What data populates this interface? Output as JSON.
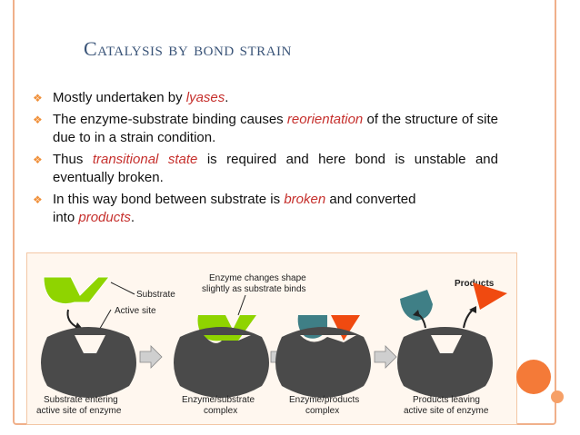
{
  "slide": {
    "title": "Catalysis by bond strain",
    "bullets": [
      {
        "pre": "Mostly undertaken by ",
        "em": "lyases",
        "post": "."
      },
      {
        "pre": "The enzyme-substrate binding causes ",
        "em": "reorientation",
        "post": " of the structure of site due to in a strain condition."
      },
      {
        "pre": "Thus ",
        "em": "transitional state",
        "post": " is required and here bond is unstable and eventually broken."
      },
      {
        "pre": "In this way bond between substrate is ",
        "em": "broken",
        "post": " and converted"
      },
      {
        "pre": "into ",
        "em": "products",
        "post": "."
      }
    ]
  },
  "figure": {
    "label_substrate": "Substrate",
    "label_active_site": "Active site",
    "label_shape_line1": "Enzyme changes shape",
    "label_shape_line2": "slightly as substrate binds",
    "label_products": "Products",
    "caption1_line1": "Substrate entering",
    "caption1_line2": "active site of enzyme",
    "caption2_line1": "Enzyme/substrate",
    "caption2_line2": "complex",
    "caption3_line1": "Enzyme/products",
    "caption3_line2": "complex",
    "caption4_line1": "Products leaving",
    "caption4_line2": "active site of enzyme"
  },
  "colors": {
    "title": "#3a5478",
    "accent": "#f47a38",
    "emphasis": "#c6302d",
    "substrate_green": "#8fd400",
    "product_teal": "#3f7f86",
    "product_orange": "#f04a10",
    "enzyme_gray": "#4a4a4a"
  }
}
